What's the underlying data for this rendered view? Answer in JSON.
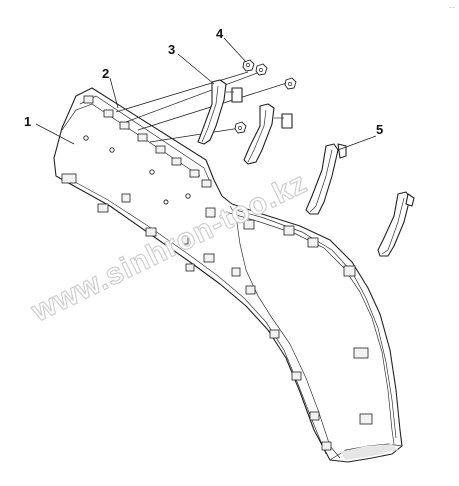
{
  "diagram": {
    "callouts": [
      {
        "id": "1",
        "label": "1"
      },
      {
        "id": "2",
        "label": "2"
      },
      {
        "id": "3",
        "label": "3"
      },
      {
        "id": "4",
        "label": "4"
      },
      {
        "id": "5",
        "label": "5"
      }
    ],
    "watermark": "www.sinhron-too.kz",
    "corner_mark": "—"
  },
  "colors": {
    "line": "#222222",
    "background": "#ffffff",
    "watermark_outline": "#cfcfcf"
  }
}
